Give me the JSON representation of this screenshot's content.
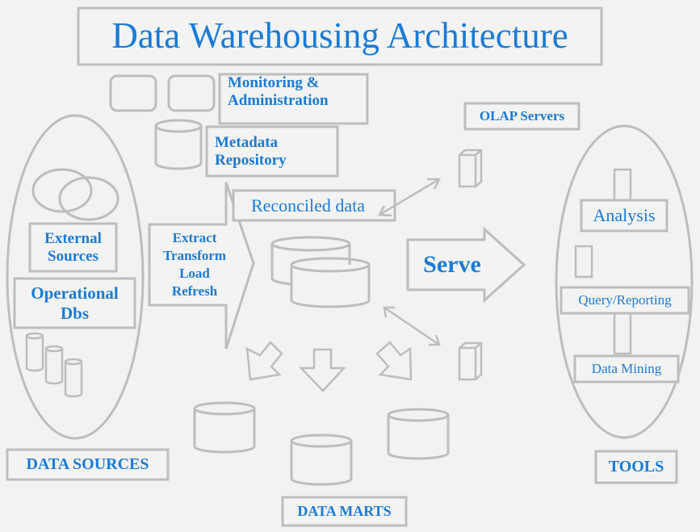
{
  "title": "Data Warehousing Architecture",
  "colors": {
    "text": "#1a7bd6",
    "stroke": "#bdbdbd",
    "background": "#f2f2f2"
  },
  "top": {
    "monitoring": [
      "Monitoring &",
      "Administration"
    ],
    "metadata": [
      "Metadata",
      "Repository"
    ]
  },
  "sources": {
    "external": [
      "External",
      "Sources"
    ],
    "operational": [
      "Operational",
      "Dbs"
    ],
    "caption": "DATA SOURCES"
  },
  "etl": [
    "Extract",
    "Transform",
    "Load",
    "Refresh"
  ],
  "warehouse": {
    "label": "Reconciled data"
  },
  "serve": {
    "label": "Serve"
  },
  "olap": {
    "label": "OLAP Servers"
  },
  "tools": {
    "items": [
      "Analysis",
      "Query/Reporting",
      "Data Mining"
    ],
    "caption": "TOOLS"
  },
  "marts": {
    "caption": "DATA MARTS"
  }
}
